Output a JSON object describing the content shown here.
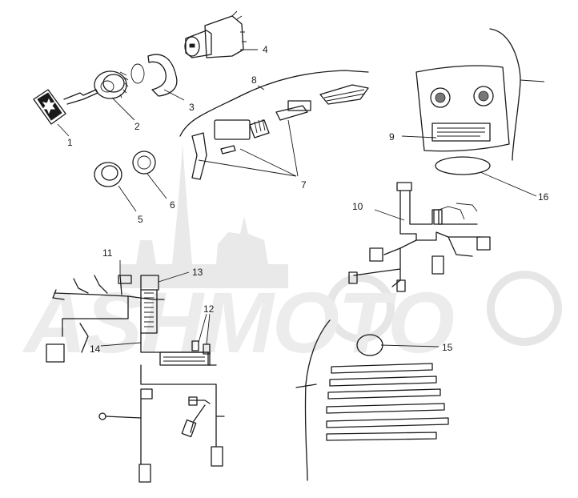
{
  "watermark": {
    "text": "ASHMOTO"
  },
  "callouts": {
    "c1": "1",
    "c2": "2",
    "c3": "3",
    "c4": "4",
    "c5": "5",
    "c6": "6",
    "c7": "7",
    "c8": "8",
    "c9": "9",
    "c10": "10",
    "c11": "11",
    "c12": "12",
    "c13": "13",
    "c14": "14",
    "c15": "15",
    "c16": "16"
  },
  "colors": {
    "line": "#1a1a1a",
    "watermark": "#e9e9e9",
    "background": "#ffffff"
  }
}
